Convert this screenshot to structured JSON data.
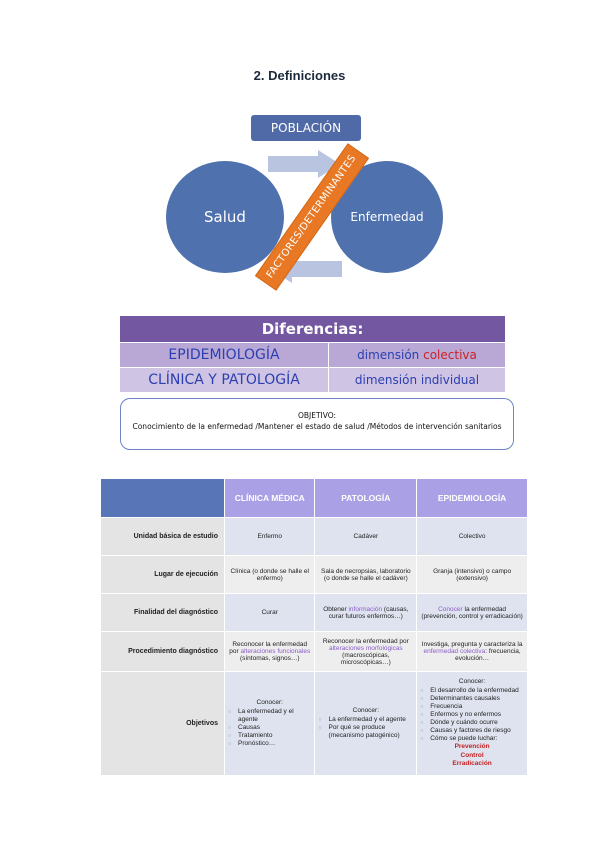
{
  "title": "2. Definiciones",
  "diagram": {
    "top_box": "POBLACIÓN",
    "left_circle": "Salud",
    "right_circle": "Enfermedad",
    "banner": "FACTORES/DETERMINANTES"
  },
  "diferencias": {
    "header": "Diferencias:",
    "rows": [
      {
        "left": "EPIDEMIOLOGÍA",
        "right_a": "dimensión ",
        "right_b": "colectiva"
      },
      {
        "left": "CLÍNICA Y PATOLOGÍA",
        "right_a": "dimensión individual",
        "right_b": ""
      }
    ]
  },
  "objetivo": {
    "heading": "OBJETIVO:",
    "body": "Conocimiento de la enfermedad /Mantener el estado de salud /Métodos de intervención sanitarios"
  },
  "table": {
    "columns": [
      "CLÍNICA MÉDICA",
      "PATOLOGÍA",
      "EPIDEMIOLOGÍA"
    ],
    "rows": {
      "unidad": {
        "label": "Unidad básica de estudio",
        "c1": "Enfermo",
        "c2": "Cadáver",
        "c3": "Colectivo"
      },
      "lugar": {
        "label": "Lugar de ejecución",
        "c1": "Clínica (o donde se halle el enfermo)",
        "c2": "Sala de necropsias, laboratorio (o donde se halle el cadáver)",
        "c3": "Granja (intensivo) o campo (extensivo)"
      },
      "finalidad": {
        "label": "Finalidad del diagnóstico",
        "c1": "Curar",
        "c2a": "Obtener ",
        "c2b": "información",
        "c2c": " (causas, curar futuros enfermos…)",
        "c3a": "Conocer",
        "c3b": " la enfermedad (prevención, control y erradicación)"
      },
      "procedimiento": {
        "label": "Procedimiento diagnóstico",
        "c1a": "Reconocer la enfermedad por ",
        "c1b": "alteraciones funcionales",
        "c1c": " (síntomas, signos…)",
        "c2a": "Reconocer la enfermedad por ",
        "c2b": "alteraciones morfológicas",
        "c2c": " (macroscópicas, microscópicas…)",
        "c3a": "Investiga, pregunta y caracteriza la ",
        "c3b": "enfermedad colectiva",
        "c3c": ": frecuencia, evolución…"
      },
      "objetivos": {
        "label": "Objetivos",
        "c1_head": "Conocer:",
        "c1_items": [
          "La enfermedad y el agente",
          "Causas",
          "Tratamiento",
          "Pronóstico…"
        ],
        "c2_head": "Conocer:",
        "c2_items": [
          "La enfermedad y el agente",
          "Por qué se produce (mecanismo patogénico)"
        ],
        "c3_head": "Conocer:",
        "c3_items": [
          "El desarrollo de la enfermedad",
          "Determinantes causales",
          "Frecuencia",
          "Enfermos y no enfermos",
          "Dónde y cuándo ocurre",
          "Causas y factores de riesgo",
          "Cómo se puede luchar:"
        ],
        "c3_red": [
          "Prevención",
          "Control",
          "Erradicación"
        ]
      }
    }
  },
  "colors": {
    "purple_header": "#7357a0",
    "circle_blue": "#4f71ad",
    "banner_orange": "#e87823",
    "table_header": "#a9a0e6"
  }
}
